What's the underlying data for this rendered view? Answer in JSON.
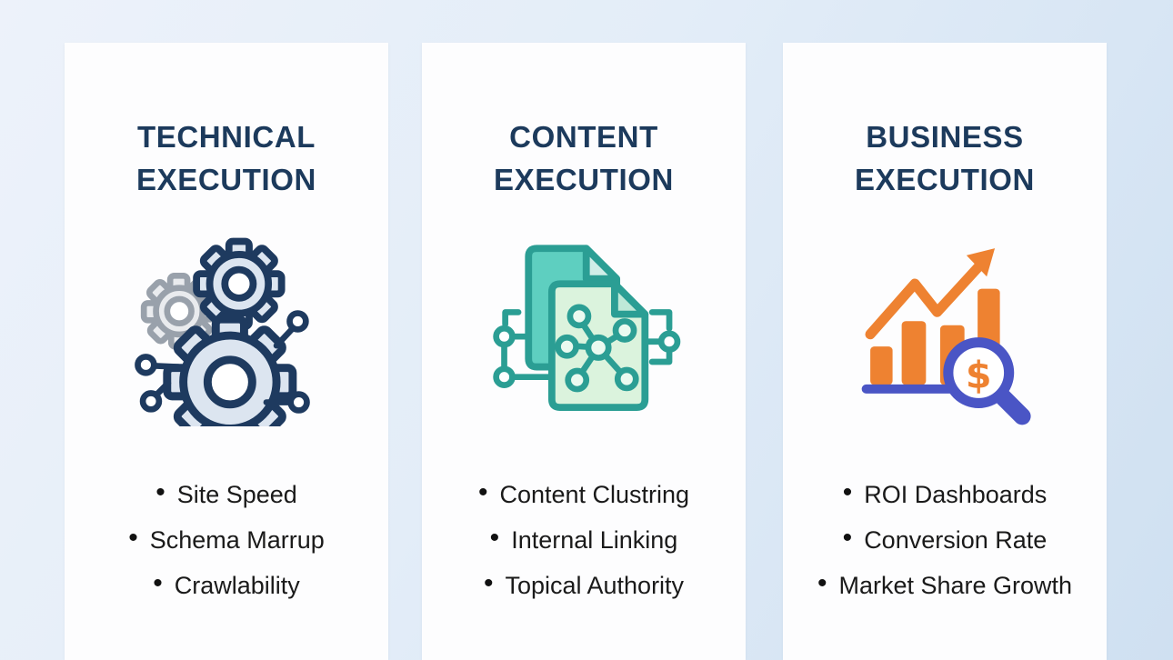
{
  "bullet": "•",
  "colors": {
    "background_start": "#edf2fa",
    "background_end": "#cfe0f1",
    "card_background": "#fdfdfe",
    "title_text": "#1c3a5c",
    "list_text": "#1a1a1a",
    "navy": "#1e3a5f",
    "gear_fill": "#dce5f0",
    "gray_gear": "#99a1ab",
    "teal": "#2b9e94",
    "teal_dark_fill": "#5ecfc0",
    "teal_light_fill": "#dbf3dd",
    "orange": "#ee8231",
    "indigo": "#4a55c5"
  },
  "columns": [
    {
      "id": "technical",
      "title_line1": "TECHNICAL",
      "title_line2": "EXECUTION",
      "icon": "gears-circuit-icon",
      "items": [
        "Site Speed",
        "Schema Marrup",
        "Crawlability"
      ]
    },
    {
      "id": "content",
      "title_line1": "CONTENT",
      "title_line2": "EXECUTION",
      "icon": "documents-network-icon",
      "items": [
        "Content Clustring",
        "Internal Linking",
        "Topical Authority"
      ]
    },
    {
      "id": "business",
      "title_line1": "BUSINESS",
      "title_line2": "EXECUTION",
      "icon": "growth-chart-magnifier-icon",
      "items": [
        "ROI Dashboards",
        "Conversion Rate",
        "Market Share Growth"
      ]
    }
  ]
}
